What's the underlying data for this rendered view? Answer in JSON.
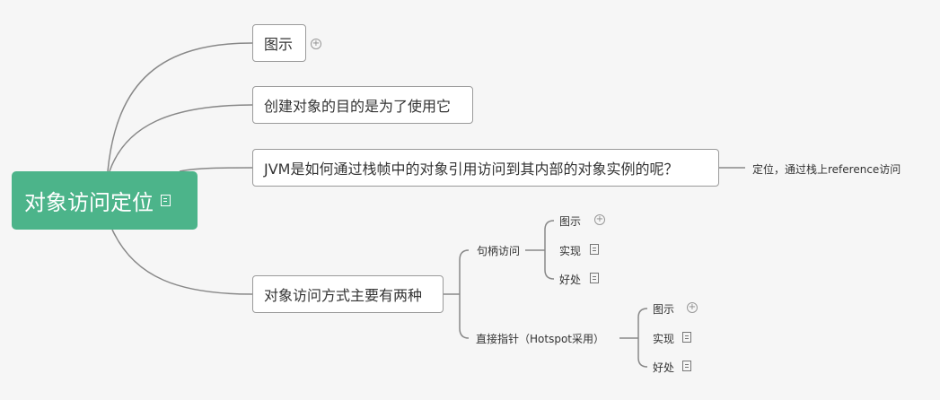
{
  "root": {
    "label": "对象访问定位"
  },
  "topics": [
    {
      "label": "图示"
    },
    {
      "label": "创建对象的目的是为了使用它"
    },
    {
      "label": "JVM是如何通过栈帧中的对象引用访问到其内部的对象实例的呢？"
    },
    {
      "label": "对象访问方式主要有两种"
    }
  ],
  "jvm_child": "定位，通过栈上reference访问",
  "handle": {
    "label": "句柄访问",
    "children": [
      "图示",
      "实现",
      "好处"
    ]
  },
  "pointer": {
    "label": "直接指针（Hotspot采用）",
    "children": [
      "图示",
      "实现",
      "好处"
    ]
  }
}
